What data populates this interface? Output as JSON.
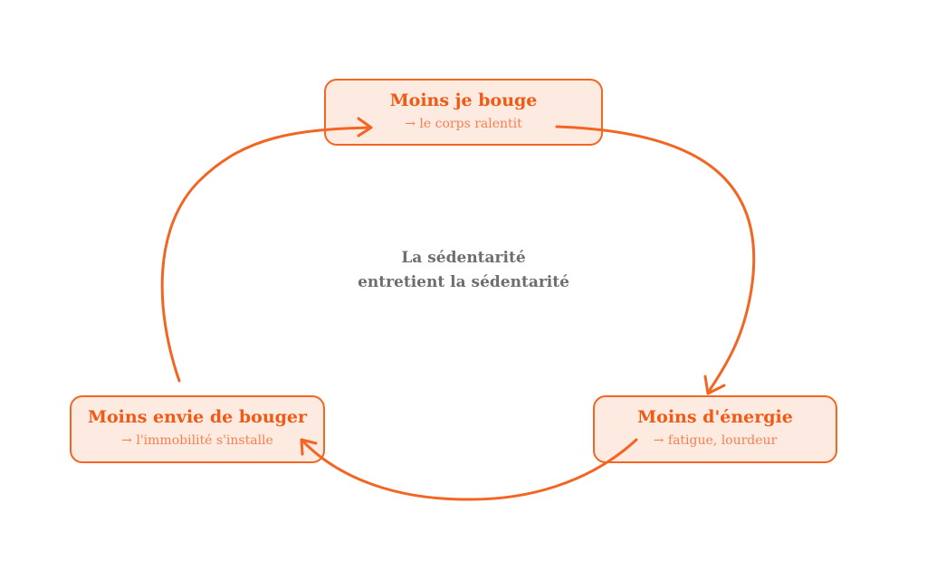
{
  "diagram": {
    "type": "cycle",
    "center": {
      "line1": "La sédentarité",
      "line2": "entretient la sédentarité"
    },
    "nodes": [
      {
        "id": "top",
        "title": "Moins je bouge",
        "subtitle": "→ le corps ralentit"
      },
      {
        "id": "right",
        "title": "Moins d'énergie",
        "subtitle": "→ fatigue, lourdeur"
      },
      {
        "id": "left",
        "title": "Moins envie de bouger",
        "subtitle": "→ l'immobilité s'installe"
      }
    ],
    "edges": [
      {
        "from": "top",
        "to": "right"
      },
      {
        "from": "right",
        "to": "left"
      },
      {
        "from": "left",
        "to": "top"
      }
    ],
    "colors": {
      "accent": "#f26522",
      "node_fill": "#fdeae0",
      "title_text": "#f05a14",
      "subtitle_text": "#f58052",
      "center_text": "#6e6e6e"
    }
  }
}
